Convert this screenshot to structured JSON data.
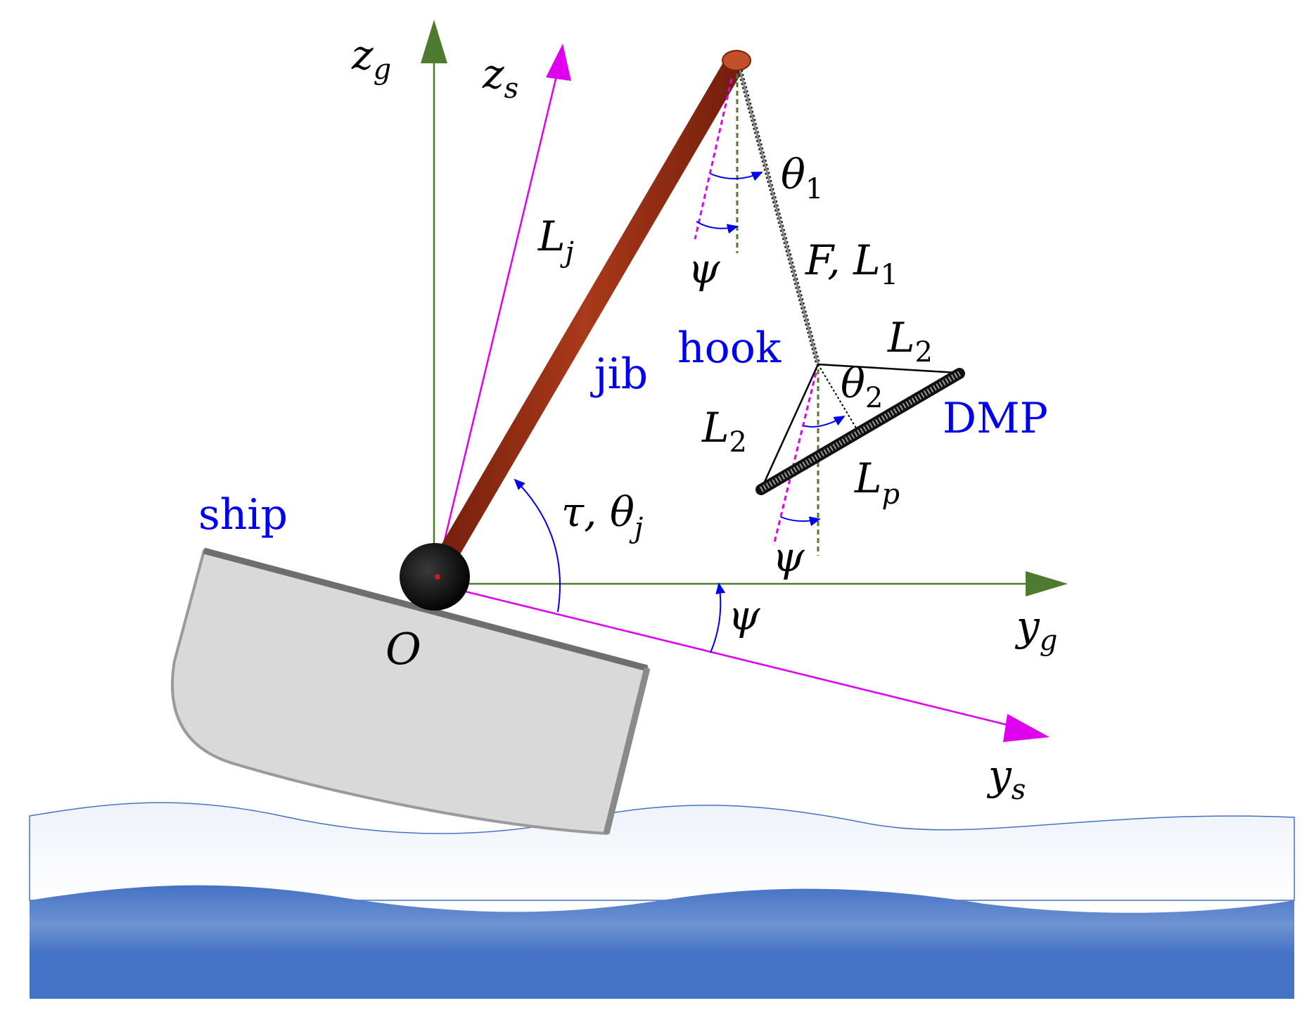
{
  "colors": {
    "ground_axis": "#4e7b2f",
    "ship_axis": "#e000f0",
    "angle_arrow": "#0000ee",
    "label_blue": "#0000ee",
    "jib": "#b0381a",
    "ship_hull": "#d9d9d9",
    "ship_edge": "#707070",
    "water": "#4472c4",
    "pivot": "#111111"
  },
  "labels": {
    "zg": {
      "base": "z",
      "sub": "g"
    },
    "zs": {
      "base": "z",
      "sub": "s"
    },
    "yg": {
      "base": "y",
      "sub": "g"
    },
    "ys": {
      "base": "y",
      "sub": "s"
    },
    "origin": "O",
    "Lj": {
      "base": "L",
      "sub": "j"
    },
    "theta1": {
      "base": "θ",
      "sub": "1"
    },
    "psi_top": "ψ",
    "F_L1": {
      "base": "F, L",
      "sub": "1"
    },
    "L2_top": {
      "base": "L",
      "sub": "2"
    },
    "theta2": {
      "base": "θ",
      "sub": "2"
    },
    "L2_left": {
      "base": "L",
      "sub": "2"
    },
    "Lp": {
      "base": "L",
      "sub": "p"
    },
    "psi_dmp": "ψ",
    "tau_thetaj": {
      "base": "τ, θ",
      "sub": "j"
    },
    "psi_ship": "ψ"
  },
  "components": {
    "ship": "ship",
    "jib": "jib",
    "hook": "hook",
    "dmp": "DMP"
  }
}
